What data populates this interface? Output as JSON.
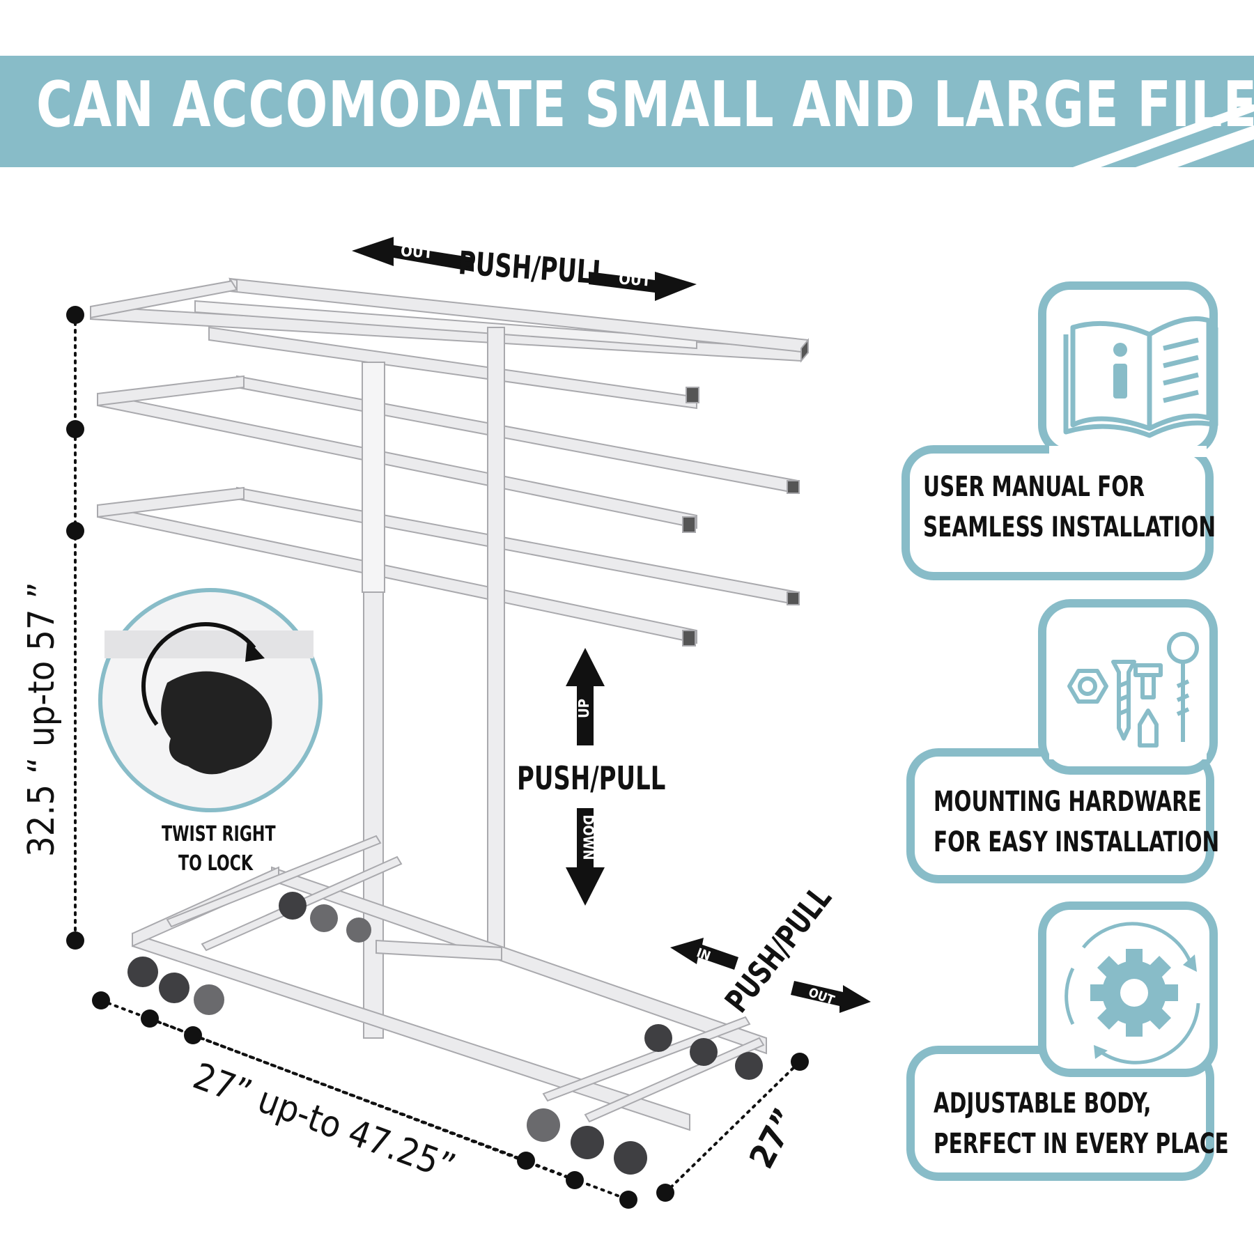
{
  "banner": {
    "title": "CAN ACCOMODATE SMALL AND LARGE FILES"
  },
  "arrows": {
    "top": {
      "label": "PUSH/PULL",
      "left": "OUT",
      "right": "OUT"
    },
    "vertical": {
      "label": "PUSH/PULL",
      "up": "UP",
      "down": "DOWN"
    },
    "base": {
      "label": "PUSH/PULL",
      "in": "IN",
      "out": "OUT"
    }
  },
  "knob": {
    "caption_line1": "TWIST RIGHT",
    "caption_line2": "TO LOCK"
  },
  "dimensions": {
    "height": "32.5 “  up-to  57 ”",
    "length": "27”   up-to   47.25”",
    "depth": "27”"
  },
  "features": [
    {
      "icon": "manual-book-icon",
      "line1": "USER MANUAL FOR",
      "line2": "SEAMLESS INSTALLATION"
    },
    {
      "icon": "hardware-screws-icon",
      "line1": "MOUNTING HARDWARE",
      "line2": "FOR  EASY INSTALLATION"
    },
    {
      "icon": "adjustable-gear-icon",
      "line1": "ADJUSTABLE BODY,",
      "line2": "PERFECT IN EVERY PLACE"
    }
  ],
  "colors": {
    "accent": "#88bcc8",
    "frame": "#e8e8ea",
    "text": "#111111"
  }
}
